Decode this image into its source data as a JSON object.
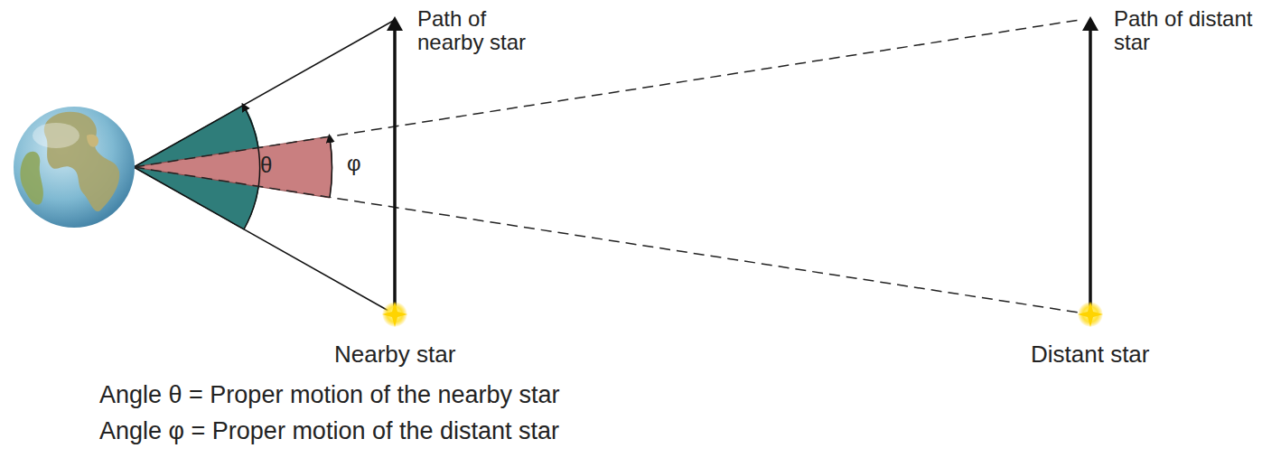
{
  "diagram": {
    "labels": [
      "Path of nearby star",
      "Path of distant star",
      "θ",
      "φ",
      "Nearby star",
      "Distant star",
      "Angle θ = Proper motion of the nearby star",
      "Angle φ = Proper motion of the distant star"
    ]
  }
}
